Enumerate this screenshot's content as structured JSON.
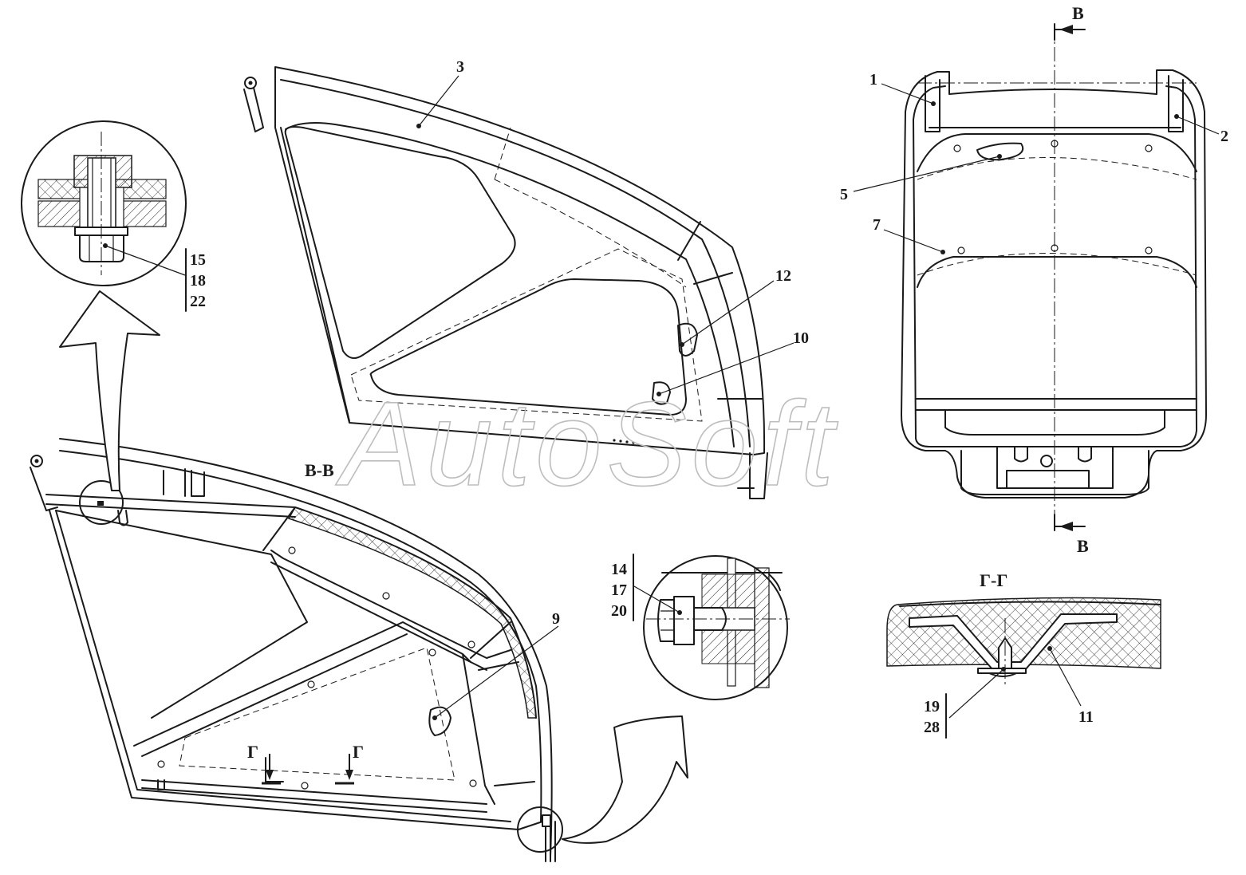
{
  "watermark": "AutoSoft",
  "section_labels": {
    "section_b": "В-В",
    "section_g": "Г-Г",
    "cut_b_top": "В",
    "cut_b_bottom": "В",
    "cut_g_left": "Г",
    "cut_g_right": "Г"
  },
  "callouts": {
    "c1": "1",
    "c2": "2",
    "c3": "3",
    "c5": "5",
    "c7": "7",
    "c9": "9",
    "c10": "10",
    "c11": "11",
    "c12": "12"
  },
  "callout_groups": {
    "bolt_top": [
      "15",
      "18",
      "22"
    ],
    "bolt_side": [
      "14",
      "17",
      "20"
    ],
    "fastener_bottom": [
      "19",
      "28"
    ]
  },
  "colors": {
    "line": "#1a1a1a",
    "background": "#ffffff",
    "watermark": "#bdbdbd"
  }
}
